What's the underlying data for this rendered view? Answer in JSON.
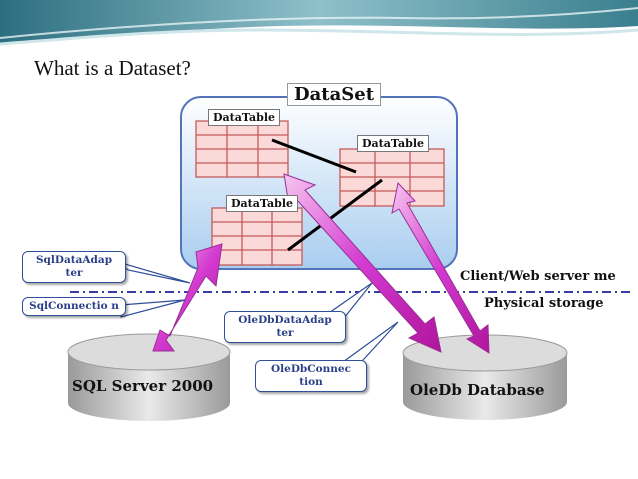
{
  "title": "What is a Dataset?",
  "dataset": {
    "label": "DataSet"
  },
  "tables": [
    {
      "label": "DataTable"
    },
    {
      "label": "DataTable"
    },
    {
      "label": "DataTable"
    }
  ],
  "adapters": {
    "sql_data_adapter": "SqlDataAdap ter",
    "sql_connection": "SqlConnectio n",
    "oledb_data_adapter": "OleDbDataAdap ter",
    "oledb_connection": "OleDbConnec tion"
  },
  "databases": {
    "sql_server": "SQL Server 2000",
    "oledb": "OleDb Database"
  },
  "boundary": {
    "client_label": "Client/Web server me",
    "storage_label": "Physical storage"
  }
}
